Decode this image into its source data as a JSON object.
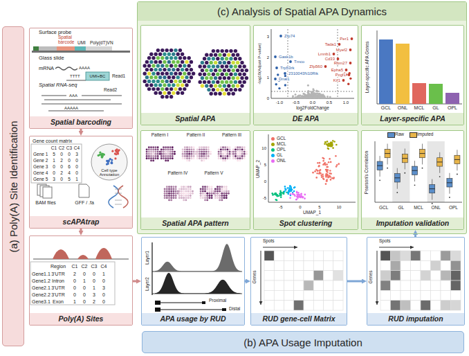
{
  "diagram": {
    "nodes": [
      {
        "text": [
          "(a) Poly(A) Site Identification"
        ]
      },
      {
        "text": [
          "Spatial barcoding"
        ]
      },
      {
        "text": [
          "scAPAtrap"
        ]
      },
      {
        "text": [
          "Poly(A) Sites"
        ]
      },
      {
        "text": [
          "(c) Analysis of Spatial APA Dynamics"
        ]
      },
      {
        "text": [
          "Spatial APA"
        ],
        "in": 4
      },
      {
        "text": [
          "DE APA"
        ],
        "in": 4
      },
      {
        "text": [
          "Layer-specific APA"
        ],
        "in": 4
      },
      {
        "text": [
          "Spatial APA pattern"
        ],
        "in": 4
      },
      {
        "text": [
          "Spot clustering"
        ],
        "in": 4
      },
      {
        "text": [
          "Imputation validation"
        ],
        "in": 4
      },
      {
        "text": [
          "APA usage by RUD"
        ]
      },
      {
        "text": [
          "RUD gene-cell Matrix"
        ]
      },
      {
        "text": [
          "RUD imputation"
        ]
      },
      {
        "text": [
          "(b) APA Usage Imputation"
        ]
      }
    ],
    "edges": [
      {
        "from": 1,
        "to": 2,
        "arrow": "to"
      },
      {
        "from": 2,
        "to": 3,
        "arrow": "to"
      },
      {
        "from": 3,
        "to": 11,
        "arrow": "to"
      },
      {
        "from": 11,
        "to": 12,
        "arrow": "to"
      },
      {
        "from": 12,
        "to": 13,
        "arrow": "to"
      },
      {
        "from": 13,
        "to": 10,
        "arrow": "to"
      }
    ],
    "labels": [
      "Surface probe",
      "Spatial barcode",
      "UMI",
      "Poly(dT)VN",
      "Glass slide",
      "mRNA",
      "AAAA",
      "TTTT",
      "UMI+BC",
      "Read1",
      "Spatial RNA-seq",
      "AAA",
      "Read2",
      "AAAAA",
      "Gene count matrix",
      "C1",
      "C2",
      "C3",
      "C4",
      "Gene 1",
      "5",
      "0",
      "0",
      "3",
      "Gene 2",
      "1",
      "2",
      "0",
      "0",
      "Gene 3",
      "0",
      "0",
      "6",
      "0",
      "Gene 4",
      "0",
      "2",
      "4",
      "0",
      "Gene 5",
      "3",
      "0",
      "5",
      "1",
      "Cell type Annotation",
      "BAM files",
      "GFF / .fa",
      "Region",
      "C1",
      "C2",
      "C3",
      "C4",
      "Gene1.1",
      "3'UTR",
      "2",
      "0",
      "0",
      "1",
      "Gene1.2",
      "Intron",
      "0",
      "1",
      "0",
      "0",
      "Gene2.1",
      "3'UTR",
      "0",
      "0",
      "1",
      "3",
      "Gene2.2",
      "3'UTR",
      "0",
      "0",
      "3",
      "0",
      "Gene3.1",
      "Exon",
      "1",
      "0",
      "2",
      "0",
      "-log10(Adjust P-value)",
      "0",
      "1",
      "2",
      "3",
      "-1.0",
      "-0.5",
      "0.0",
      "0.5",
      "1.0",
      "log2FoldChange",
      "Zfp74",
      "Gask1b",
      "Tmco",
      "Trp53rk",
      "2310043N10Rik",
      "Dnal1",
      "Per1",
      "Tada1",
      "Myef2",
      "Lmnb1",
      "Cd33",
      "Rbm27",
      "Zfp560",
      "Epha5",
      "Pcgf1",
      "Kif1",
      "Layer-specific APA Genes",
      "GCL",
      "ONL",
      "MCL",
      "GL",
      "OPL",
      "Pattern I",
      "Pattern II",
      "Pattern III",
      "Pattern IV",
      "Pattern V",
      "UMAP_2",
      "-5",
      "0",
      "5",
      "10",
      "-5",
      "0",
      "5",
      "10",
      "UMAP_1",
      "Pearson's Correlation",
      "GCL",
      "GL",
      "MCL",
      "ONL",
      "OPL",
      "Layer1",
      "Layer2",
      "Proximal",
      "Distal",
      "Spots",
      "Genes",
      "Spots",
      "Genes"
    ],
    "legend": [
      {
        "text": "GCL",
        "color": "#f07066"
      },
      {
        "text": "MCL",
        "color": "#a3a500"
      },
      {
        "text": "OPL",
        "color": "#00bf7d"
      },
      {
        "text": "GL",
        "color": "#00b0f6"
      },
      {
        "text": "ONL",
        "color": "#e76bf3"
      },
      {
        "text": "Raw",
        "color": "#5b8ec9"
      },
      {
        "text": "Imputed",
        "color": "#e8b54a"
      }
    ]
  }
}
